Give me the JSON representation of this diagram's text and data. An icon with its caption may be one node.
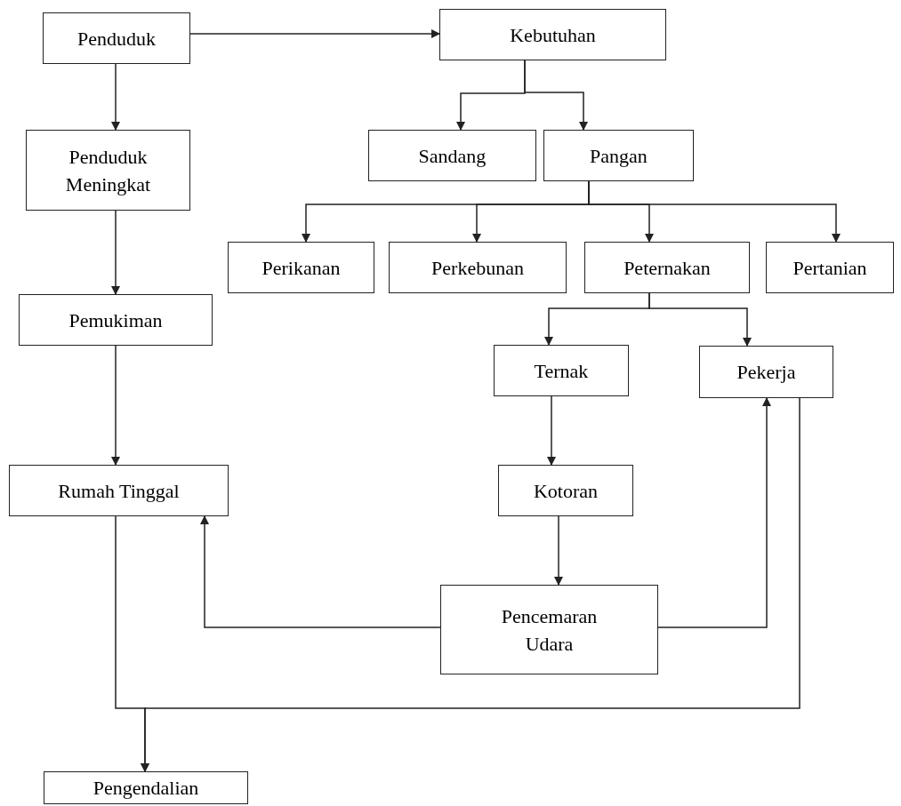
{
  "diagram": {
    "nodes": [
      {
        "text": [
          "Penduduk"
        ]
      },
      {
        "text": [
          "Kebutuhan"
        ]
      },
      {
        "text": [
          "Penduduk Meningkat"
        ]
      },
      {
        "text": [
          "Sandang"
        ]
      },
      {
        "text": [
          "Pangan"
        ]
      },
      {
        "text": [
          "Perikanan"
        ]
      },
      {
        "text": [
          "Perkebunan"
        ]
      },
      {
        "text": [
          "Peternakan"
        ]
      },
      {
        "text": [
          "Pertanian"
        ]
      },
      {
        "text": [
          "Pemukiman"
        ]
      },
      {
        "text": [
          "Ternak"
        ]
      },
      {
        "text": [
          "Pekerja"
        ]
      },
      {
        "text": [
          "Rumah Tinggal"
        ]
      },
      {
        "text": [
          "Kotoran"
        ]
      },
      {
        "text": [
          "Pencemaran Udara"
        ]
      },
      {
        "text": [
          "Pengendalian"
        ]
      }
    ],
    "edges": [
      {
        "from": 0,
        "to": 1,
        "arrow": "to"
      },
      {
        "from": 0,
        "to": 2,
        "arrow": "to"
      },
      {
        "from": 2,
        "to": 9,
        "arrow": "to"
      },
      {
        "from": 9,
        "to": 12,
        "arrow": "to"
      },
      {
        "from": 1,
        "to": 3,
        "arrow": "to"
      },
      {
        "from": 1,
        "to": 4,
        "arrow": "to"
      },
      {
        "from": 4,
        "to": 5,
        "arrow": "to"
      },
      {
        "from": 4,
        "to": 6,
        "arrow": "to"
      },
      {
        "from": 4,
        "to": 7,
        "arrow": "to"
      },
      {
        "from": 4,
        "to": 8,
        "arrow": "to"
      },
      {
        "from": 7,
        "to": 10,
        "arrow": "to"
      },
      {
        "from": 7,
        "to": 11,
        "arrow": "to"
      },
      {
        "from": 10,
        "to": 13,
        "arrow": "to"
      },
      {
        "from": 13,
        "to": 14,
        "arrow": "to"
      },
      {
        "from": 14,
        "to": 12,
        "arrow": "to"
      },
      {
        "from": 14,
        "to": 11,
        "arrow": "to"
      },
      {
        "from": 12,
        "to": 15,
        "arrow": "to"
      },
      {
        "from": 11,
        "to": 15,
        "arrow": "to"
      }
    ]
  }
}
